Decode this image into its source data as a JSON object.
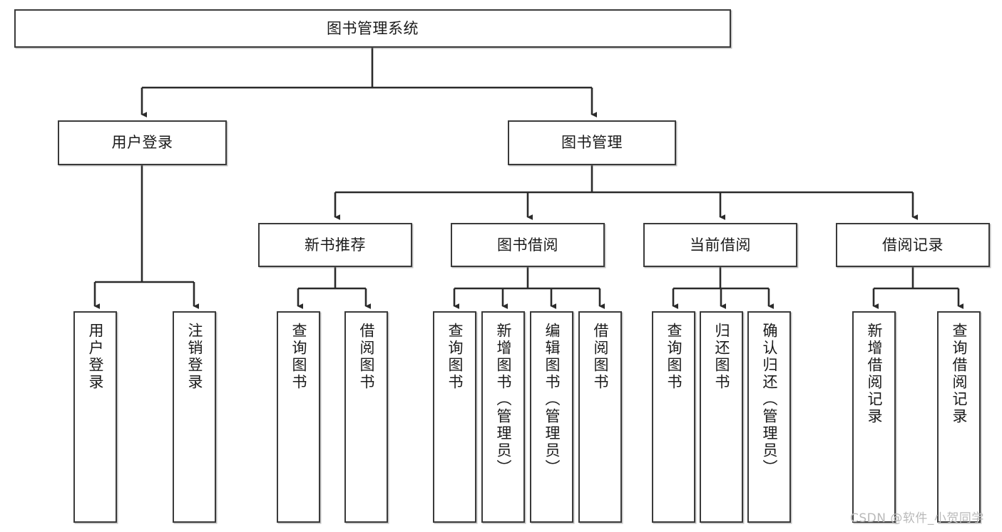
{
  "diagram": {
    "type": "tree-hierarchy",
    "title": "图书管理系统",
    "watermark": "CSDN @软件_小贺同学",
    "colors": {
      "box_border": "#3a3a3a",
      "box_fill": "#ffffff",
      "edge": "#2b2b2b",
      "text": "#1a1a1a",
      "watermark": "#b9b9b9",
      "background": "#ffffff"
    },
    "nodes": {
      "root": {
        "label": "图书管理系统",
        "level": 0,
        "orientation": "horizontal"
      },
      "user_login": {
        "label": "用户登录",
        "level": 1,
        "orientation": "horizontal"
      },
      "book_manage": {
        "label": "图书管理",
        "level": 1,
        "orientation": "horizontal"
      },
      "new_book_rec": {
        "label": "新书推荐",
        "level": 2,
        "orientation": "horizontal"
      },
      "book_borrow": {
        "label": "图书借阅",
        "level": 2,
        "orientation": "horizontal"
      },
      "current_borrow": {
        "label": "当前借阅",
        "level": 2,
        "orientation": "horizontal"
      },
      "borrow_record": {
        "label": "借阅记录",
        "level": 2,
        "orientation": "horizontal"
      },
      "leaf_user_login": {
        "label": "用户登录",
        "level": 3,
        "orientation": "vertical"
      },
      "leaf_logout": {
        "label": "注销登录",
        "level": 3,
        "orientation": "vertical"
      },
      "leaf_query_book_1": {
        "label": "查询图书",
        "level": 3,
        "orientation": "vertical"
      },
      "leaf_borrow_book_1": {
        "label": "借阅图书",
        "level": 3,
        "orientation": "vertical"
      },
      "leaf_query_book_2": {
        "label": "查询图书",
        "level": 3,
        "orientation": "vertical"
      },
      "leaf_add_book": {
        "label": "新增图书（管理员）",
        "level": 3,
        "orientation": "vertical"
      },
      "leaf_edit_book": {
        "label": "编辑图书（管理员）",
        "level": 3,
        "orientation": "vertical"
      },
      "leaf_borrow_book_2": {
        "label": "借阅图书",
        "level": 3,
        "orientation": "vertical"
      },
      "leaf_query_book_3": {
        "label": "查询图书",
        "level": 3,
        "orientation": "vertical"
      },
      "leaf_return_book": {
        "label": "归还图书",
        "level": 3,
        "orientation": "vertical"
      },
      "leaf_confirm_return": {
        "label": "确认归还（管理员）",
        "level": 3,
        "orientation": "vertical"
      },
      "leaf_add_record": {
        "label": "新增借阅记录",
        "level": 3,
        "orientation": "vertical"
      },
      "leaf_query_record": {
        "label": "查询借阅记录",
        "level": 3,
        "orientation": "vertical"
      }
    },
    "edges": [
      {
        "from": "root",
        "to": "user_login"
      },
      {
        "from": "root",
        "to": "book_manage"
      },
      {
        "from": "book_manage",
        "to": "new_book_rec"
      },
      {
        "from": "book_manage",
        "to": "book_borrow"
      },
      {
        "from": "book_manage",
        "to": "current_borrow"
      },
      {
        "from": "book_manage",
        "to": "borrow_record"
      },
      {
        "from": "user_login",
        "to": "leaf_user_login"
      },
      {
        "from": "user_login",
        "to": "leaf_logout"
      },
      {
        "from": "new_book_rec",
        "to": "leaf_query_book_1"
      },
      {
        "from": "new_book_rec",
        "to": "leaf_borrow_book_1"
      },
      {
        "from": "book_borrow",
        "to": "leaf_query_book_2"
      },
      {
        "from": "book_borrow",
        "to": "leaf_add_book"
      },
      {
        "from": "book_borrow",
        "to": "leaf_edit_book"
      },
      {
        "from": "book_borrow",
        "to": "leaf_borrow_book_2"
      },
      {
        "from": "current_borrow",
        "to": "leaf_query_book_3"
      },
      {
        "from": "current_borrow",
        "to": "leaf_return_book"
      },
      {
        "from": "current_borrow",
        "to": "leaf_confirm_return"
      },
      {
        "from": "borrow_record",
        "to": "leaf_add_record"
      },
      {
        "from": "borrow_record",
        "to": "leaf_query_record"
      }
    ]
  }
}
